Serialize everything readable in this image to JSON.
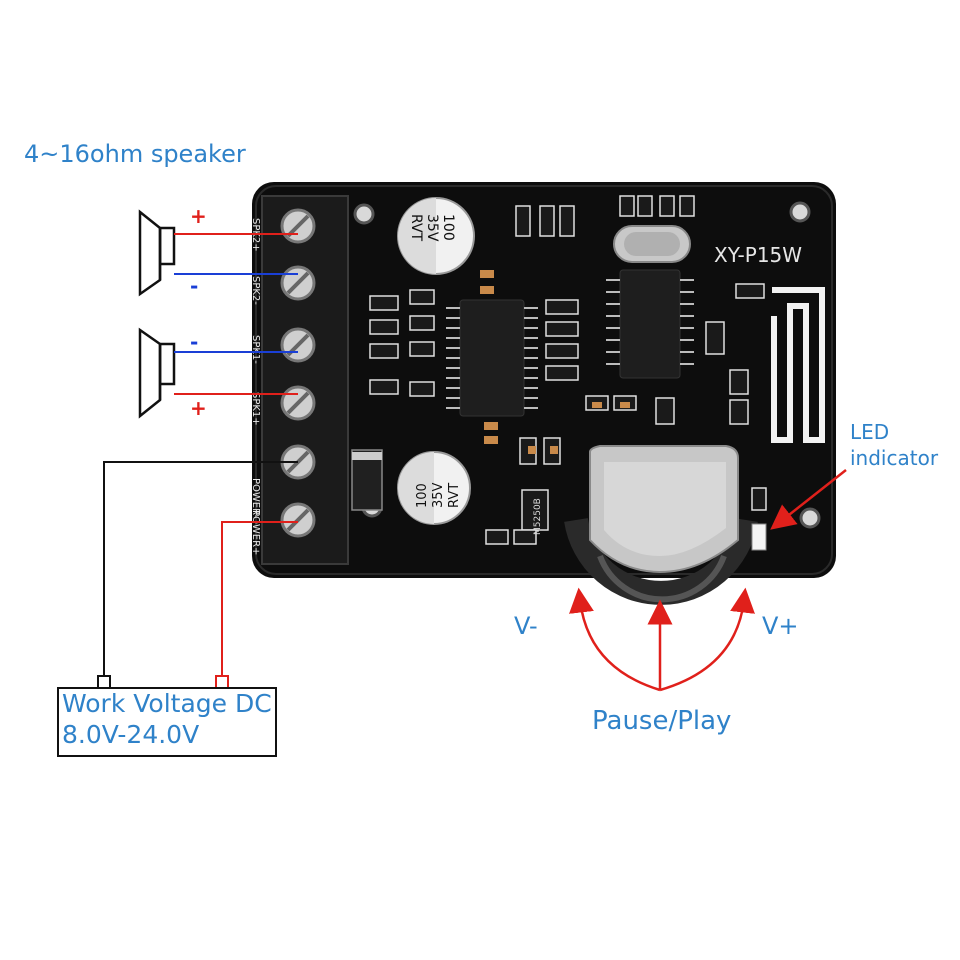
{
  "labels": {
    "speaker": "4~16ohm speaker",
    "led": "LED indicator",
    "v_minus": "V-",
    "v_plus": "V+",
    "pause_play": "Pause/Play",
    "work_voltage": "Work Voltage DC 8.0V-24.0V"
  },
  "polarity": {
    "top_speaker": [
      "+",
      "-"
    ],
    "bottom_speaker": [
      "-",
      "+"
    ]
  },
  "board": {
    "model": "XY-P15W",
    "capacitor_top": [
      "100",
      "35V",
      "RVT"
    ],
    "capacitor_bottom": [
      "100",
      "35V",
      "RVT"
    ],
    "terminal_labels": [
      "SPK2+",
      "SPK2-",
      "SPK1-",
      "SPK1+",
      "POWER-",
      "POWER+"
    ],
    "chip_regulator": "M5250B"
  },
  "colors": {
    "label_blue": "#2f82c9",
    "wire_red": "#e0201b",
    "wire_blue": "#1a3fd6",
    "wire_black": "#111111",
    "pcb_black": "#0d0d0d"
  },
  "icons": [
    "speaker-icon",
    "arrow-icon"
  ]
}
